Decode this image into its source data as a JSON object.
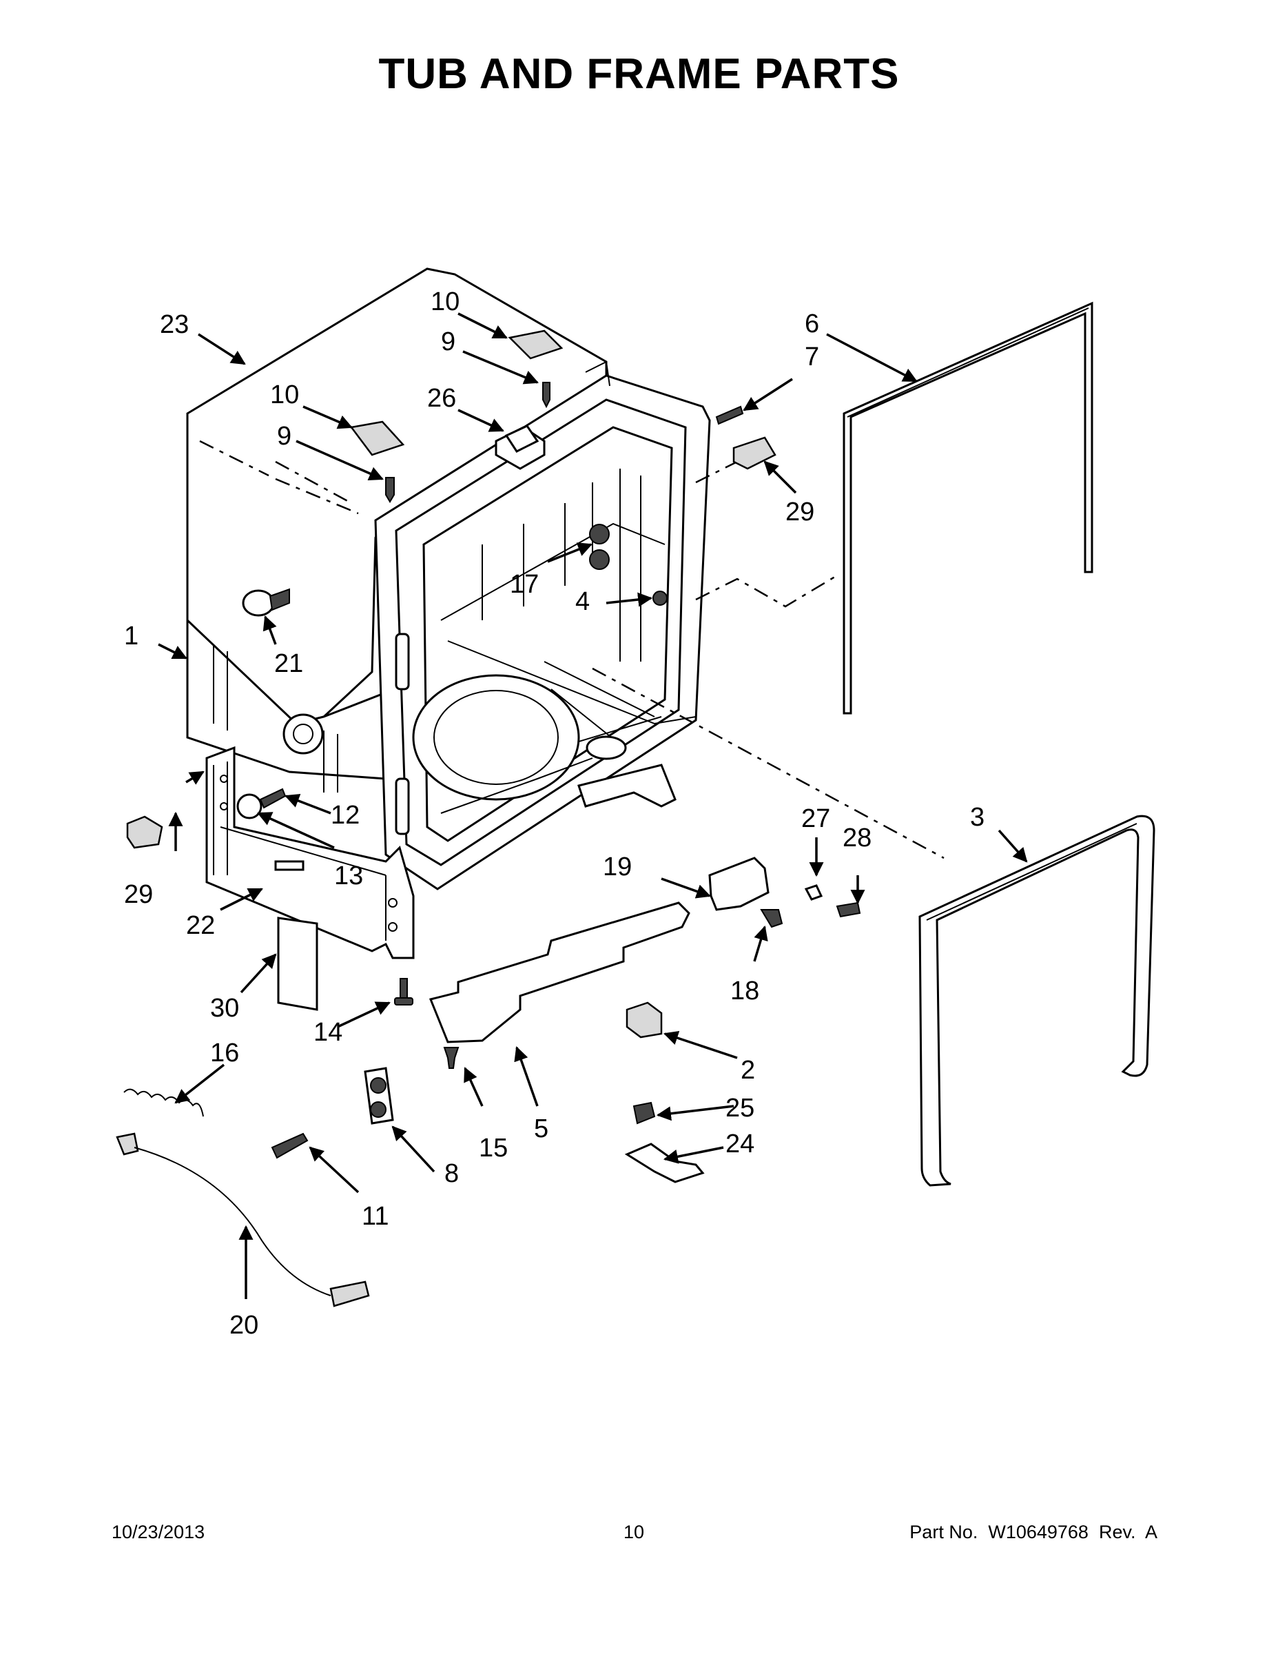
{
  "title": "TUB AND FRAME PARTS",
  "footer": {
    "date": "10/23/2013",
    "page": "10",
    "part_number": "Part No.  W10649768  Rev.  A"
  },
  "callouts": {
    "c1": "1",
    "c2": "2",
    "c3": "3",
    "c4": "4",
    "c5": "5",
    "c6": "6",
    "c7": "7",
    "c8": "8",
    "c9a": "9",
    "c9b": "9",
    "c10a": "10",
    "c10b": "10",
    "c11": "11",
    "c12": "12",
    "c13": "13",
    "c14": "14",
    "c15": "15",
    "c16": "16",
    "c17": "17",
    "c18": "18",
    "c19": "19",
    "c20": "20",
    "c21": "21",
    "c22": "22",
    "c23": "23",
    "c24": "24",
    "c25": "25",
    "c26": "26",
    "c27": "27",
    "c28": "28",
    "c29a": "29",
    "c29b": "29",
    "c30": "30"
  }
}
